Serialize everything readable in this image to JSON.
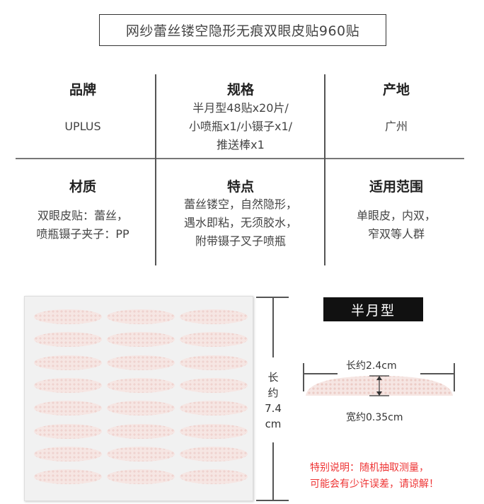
{
  "title": "网纱蕾丝镂空隐形无痕双眼皮贴960贴",
  "specs": [
    {
      "label": "品牌",
      "value": [
        "UPLUS"
      ]
    },
    {
      "label": "规格",
      "value": [
        "半月型48贴x20片/",
        "小喷瓶x1/小镊子x1/",
        "推送棒x1"
      ]
    },
    {
      "label": "产地",
      "value": [
        "广州"
      ]
    },
    {
      "label": "材质",
      "value": [
        "双眼皮贴：蕾丝，",
        "喷瓶镊子夹子：PP"
      ]
    },
    {
      "label": "特点",
      "value": [
        "蕾丝镂空，自然隐形，",
        "遇水即粘，无须胶水，",
        "附带镊子叉子喷瓶"
      ]
    },
    {
      "label": "适用范围",
      "value": [
        "单眼皮，内双，",
        "窄双等人群"
      ]
    }
  ],
  "sheet": {
    "rows": 8,
    "columns": 3,
    "height_label": [
      "长",
      "约",
      "7.4",
      "cm"
    ]
  },
  "shape": {
    "badge": "半月型",
    "length_label": "长约2.4cm",
    "width_label": "宽约0.35cm"
  },
  "note": [
    "特别说明：随机抽取测量，",
    "可能会有少许误差，请谅解！"
  ],
  "colors": {
    "note": "#ee3333",
    "badge": "#111111"
  }
}
